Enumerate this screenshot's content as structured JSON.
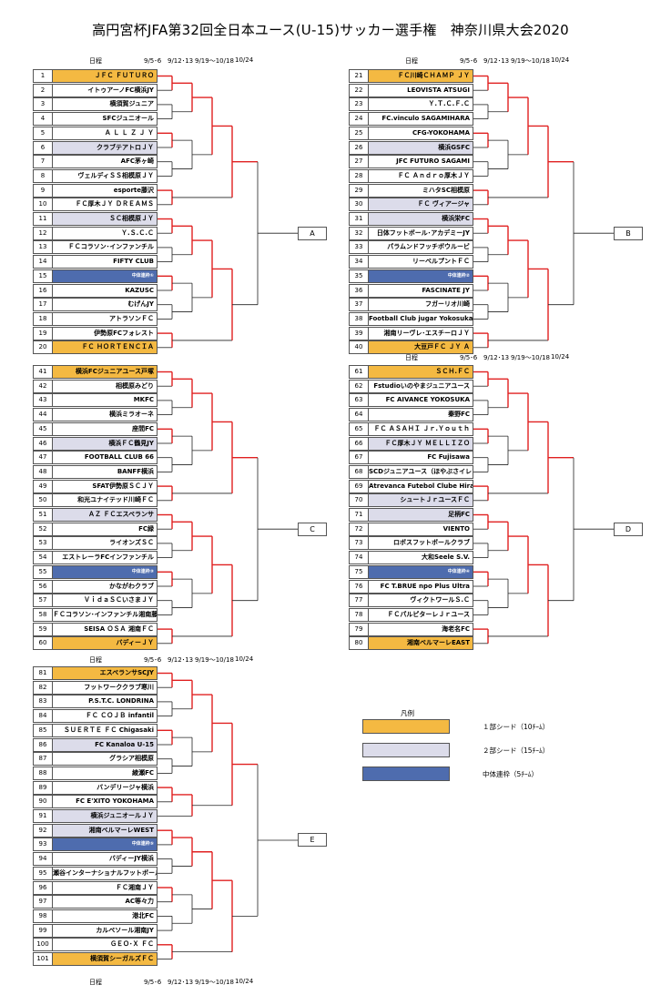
{
  "title": "高円宮杯JFA第32回全日本ユース(U-15)サッカー選手権　神奈川県大会2020",
  "schedule": {
    "label": "日程",
    "d1": "9/5･6",
    "d2": "9/12･13",
    "d3": "9/19〜10/18",
    "d4": "10/24"
  },
  "colors": {
    "seed1": "#f4b942",
    "seed2": "#dcdcea",
    "seed3": "#4e6cae",
    "line_red": "#e02020",
    "line_black": "#222222"
  },
  "legend": {
    "title": "凡例",
    "items": [
      {
        "label": "１部シード（10ﾁｰﾑ）",
        "seed": 1
      },
      {
        "label": "２部シード（15ﾁｰﾑ）",
        "seed": 2
      },
      {
        "label": "中体連枠（5ﾁｰﾑ）",
        "seed": 3
      }
    ]
  },
  "blocks": [
    {
      "group": "A",
      "teams": [
        {
          "n": "1",
          "name": "ＪＦＣ ＦＵＴＵＲＯ",
          "seed": 1
        },
        {
          "n": "2",
          "name": "イトゥアーノFC横浜JY",
          "seed": 0
        },
        {
          "n": "3",
          "name": "横須賀ジュニア",
          "seed": 0
        },
        {
          "n": "4",
          "name": "SFCジュニオール",
          "seed": 0
        },
        {
          "n": "5",
          "name": "Ａ Ｌ Ｌ Ｚ Ｊ Ｙ",
          "seed": 0
        },
        {
          "n": "6",
          "name": "クラブテアトロＪＹ",
          "seed": 2
        },
        {
          "n": "7",
          "name": "AFC茅ヶ崎",
          "seed": 0
        },
        {
          "n": "8",
          "name": "ヴェルディＳＳ相模原ＪＹ",
          "seed": 0
        },
        {
          "n": "9",
          "name": "esporte藤沢",
          "seed": 0
        },
        {
          "n": "10",
          "name": "ＦＣ厚木ＪＹ ＤＲＥＡＭＳ",
          "seed": 0
        },
        {
          "n": "11",
          "name": "ＳＣ相模原ＪＹ",
          "seed": 2
        },
        {
          "n": "12",
          "name": "Ｙ.Ｓ.Ｃ.Ｃ",
          "seed": 0
        },
        {
          "n": "13",
          "name": "ＦＣコラソン･インファンチル",
          "seed": 0
        },
        {
          "n": "14",
          "name": "FIFTY CLUB",
          "seed": 0
        },
        {
          "n": "15",
          "name": "中体連枠①",
          "seed": 3
        },
        {
          "n": "16",
          "name": "KAZUSC",
          "seed": 0
        },
        {
          "n": "17",
          "name": "むげんJY",
          "seed": 0
        },
        {
          "n": "18",
          "name": "アトラソンＦＣ",
          "seed": 0
        },
        {
          "n": "19",
          "name": "伊勢原FCフォレスト",
          "seed": 0
        },
        {
          "n": "20",
          "name": "ＦＣ ＨＯＲＴＥＮＣＩＡ",
          "seed": 1
        }
      ]
    },
    {
      "group": "B",
      "teams": [
        {
          "n": "21",
          "name": "ＦＣ川崎ＣＨＡＭＰ ＪＹ",
          "seed": 1
        },
        {
          "n": "22",
          "name": "LEOVISTA ATSUGI",
          "seed": 0
        },
        {
          "n": "23",
          "name": "Ｙ.Ｔ.Ｃ.Ｆ.Ｃ",
          "seed": 0
        },
        {
          "n": "24",
          "name": "FC.vinculo SAGAMIHARA",
          "seed": 0
        },
        {
          "n": "25",
          "name": "CFG-YOKOHAMA",
          "seed": 0
        },
        {
          "n": "26",
          "name": "横浜GSFC",
          "seed": 2
        },
        {
          "n": "27",
          "name": "JFC FUTURO SAGAMI",
          "seed": 0
        },
        {
          "n": "28",
          "name": "ＦＣ Ａｎｄｒｏ厚木ＪＹ",
          "seed": 0
        },
        {
          "n": "29",
          "name": "ミハタSC相模原",
          "seed": 0
        },
        {
          "n": "30",
          "name": "ＦＣ ヴィアージャ",
          "seed": 2
        },
        {
          "n": "31",
          "name": "横浜栄FC",
          "seed": 2
        },
        {
          "n": "32",
          "name": "日体フットボール･アカデミーJY",
          "seed": 0
        },
        {
          "n": "33",
          "name": "パラムンドフッチボウルービ",
          "seed": 0
        },
        {
          "n": "34",
          "name": "リーベルプントＦＣ",
          "seed": 0
        },
        {
          "n": "35",
          "name": "中体連枠②",
          "seed": 3
        },
        {
          "n": "36",
          "name": "FASCINATE JY",
          "seed": 0
        },
        {
          "n": "37",
          "name": "フガーリオ川崎",
          "seed": 0
        },
        {
          "n": "38",
          "name": "Football Club jugar Yokosuka",
          "seed": 0
        },
        {
          "n": "39",
          "name": "湘南リーヴレ･エスチーロＪＹ",
          "seed": 0
        },
        {
          "n": "40",
          "name": "大豆戸ＦＣ ＪＹ Ａ",
          "seed": 1
        }
      ]
    },
    {
      "group": "C",
      "teams": [
        {
          "n": "41",
          "name": "横浜FCジュニアユース戸塚",
          "seed": 1
        },
        {
          "n": "42",
          "name": "相模原みどり",
          "seed": 0
        },
        {
          "n": "43",
          "name": "MKFC",
          "seed": 0
        },
        {
          "n": "44",
          "name": "横浜ミラオーネ",
          "seed": 0
        },
        {
          "n": "45",
          "name": "座間FC",
          "seed": 0
        },
        {
          "n": "46",
          "name": "横浜ＦＣ鶴見JY",
          "seed": 2
        },
        {
          "n": "47",
          "name": "FOOTBALL CLUB 66",
          "seed": 0
        },
        {
          "n": "48",
          "name": "BANFF横浜",
          "seed": 0
        },
        {
          "n": "49",
          "name": "SFAT伊勢原ＳＣＪＹ",
          "seed": 0
        },
        {
          "n": "50",
          "name": "和光ユナイテッド川崎ＦＣ",
          "seed": 0
        },
        {
          "n": "51",
          "name": "ＡＺ ＦＣエスペランサ",
          "seed": 2
        },
        {
          "n": "52",
          "name": "FC緑",
          "seed": 0
        },
        {
          "n": "53",
          "name": "ライオンズＳＣ",
          "seed": 0
        },
        {
          "n": "54",
          "name": "エストレーラFCインファンチル",
          "seed": 0
        },
        {
          "n": "55",
          "name": "中体連枠③",
          "seed": 3
        },
        {
          "n": "56",
          "name": "かながわクラブ",
          "seed": 0
        },
        {
          "n": "57",
          "name": "ＶｉｄａＳＣいさまＪＹ",
          "seed": 0
        },
        {
          "n": "58",
          "name": "ＦＣコラソン･インファンチル湘南藤沢",
          "seed": 0
        },
        {
          "n": "59",
          "name": "SEISA ＯＳＡ 湘南ＦＣ",
          "seed": 0
        },
        {
          "n": "60",
          "name": "バディーＪＹ",
          "seed": 1
        }
      ]
    },
    {
      "group": "D",
      "teams": [
        {
          "n": "61",
          "name": "ＳＣＨ.ＦＣ",
          "seed": 1
        },
        {
          "n": "62",
          "name": "Fstudioいのやまジュニアユース",
          "seed": 0
        },
        {
          "n": "63",
          "name": "FC AIVANCE YOKOSUKA",
          "seed": 0
        },
        {
          "n": "64",
          "name": "秦野FC",
          "seed": 0
        },
        {
          "n": "65",
          "name": "ＦＣ ＡＳＡＨＩ Ｊｒ.Ｙｏｕｔｈ",
          "seed": 0
        },
        {
          "n": "66",
          "name": "ＦＣ厚木ＪＹ ＭＥＬＬＩＺＯ",
          "seed": 2
        },
        {
          "n": "67",
          "name": "FC Fujisawa",
          "seed": 0
        },
        {
          "n": "68",
          "name": "SCDジュニアユース（ほやぶさイレブン）",
          "seed": 0
        },
        {
          "n": "69",
          "name": "Atrevanca Futebol Clube Hiratsuka",
          "seed": 0
        },
        {
          "n": "70",
          "name": "シュートＪｒユースＦＣ",
          "seed": 2
        },
        {
          "n": "71",
          "name": "足柄FC",
          "seed": 2
        },
        {
          "n": "72",
          "name": "VIENTO",
          "seed": 0
        },
        {
          "n": "73",
          "name": "ロボスフットボールクラブ",
          "seed": 0
        },
        {
          "n": "74",
          "name": "大和Seele S.V.",
          "seed": 0
        },
        {
          "n": "75",
          "name": "中体連枠④",
          "seed": 3
        },
        {
          "n": "76",
          "name": "FC T.BRUE npo Plus Ultra",
          "seed": 0
        },
        {
          "n": "77",
          "name": "ヴィクトワールＳ.Ｃ",
          "seed": 0
        },
        {
          "n": "78",
          "name": "ＦＣパルピターレＪｒユース",
          "seed": 0
        },
        {
          "n": "79",
          "name": "海老名FC",
          "seed": 0
        },
        {
          "n": "80",
          "name": "湘南ベルマーレEAST",
          "seed": 1
        }
      ]
    },
    {
      "group": "E",
      "teams": [
        {
          "n": "81",
          "name": "エスペランサSCJY",
          "seed": 1
        },
        {
          "n": "82",
          "name": "フットワーククラブ寒川",
          "seed": 0
        },
        {
          "n": "83",
          "name": "P.S.T.C. LONDRINA",
          "seed": 0
        },
        {
          "n": "84",
          "name": "ＦＣ ＣＯＪＢ infantil",
          "seed": 0
        },
        {
          "n": "85",
          "name": "ＳＵＥＲＴＥ ＦＣ Chigasaki",
          "seed": 0
        },
        {
          "n": "86",
          "name": "FC Kanaloa U-15",
          "seed": 2
        },
        {
          "n": "87",
          "name": "グラシア相模原",
          "seed": 0
        },
        {
          "n": "88",
          "name": "綾瀬FC",
          "seed": 0
        },
        {
          "n": "89",
          "name": "バンデリージャ横浜",
          "seed": 0
        },
        {
          "n": "90",
          "name": "FC E'XITO YOKOHAMA",
          "seed": 0
        },
        {
          "n": "91",
          "name": "横浜ジュニオールＪＹ",
          "seed": 2
        },
        {
          "n": "92",
          "name": "湘南ベルマーレWEST",
          "seed": 2
        },
        {
          "n": "93",
          "name": "中体連枠⑤",
          "seed": 3
        },
        {
          "n": "94",
          "name": "バディーJY横浜",
          "seed": 0
        },
        {
          "n": "95",
          "name": "瀬谷インターナショナルフットボール",
          "seed": 0
        },
        {
          "n": "96",
          "name": "ＦＣ湘南ＪＹ",
          "seed": 0
        },
        {
          "n": "97",
          "name": "AC等々力",
          "seed": 0
        },
        {
          "n": "98",
          "name": "港北FC",
          "seed": 0
        },
        {
          "n": "99",
          "name": "カルペソール湘南JY",
          "seed": 0
        },
        {
          "n": "100",
          "name": "ＧＥＯ･Ｘ ＦＣ",
          "seed": 0
        },
        {
          "n": "101",
          "name": "横須賀シーガルズＦＣ",
          "seed": 1
        }
      ]
    }
  ]
}
